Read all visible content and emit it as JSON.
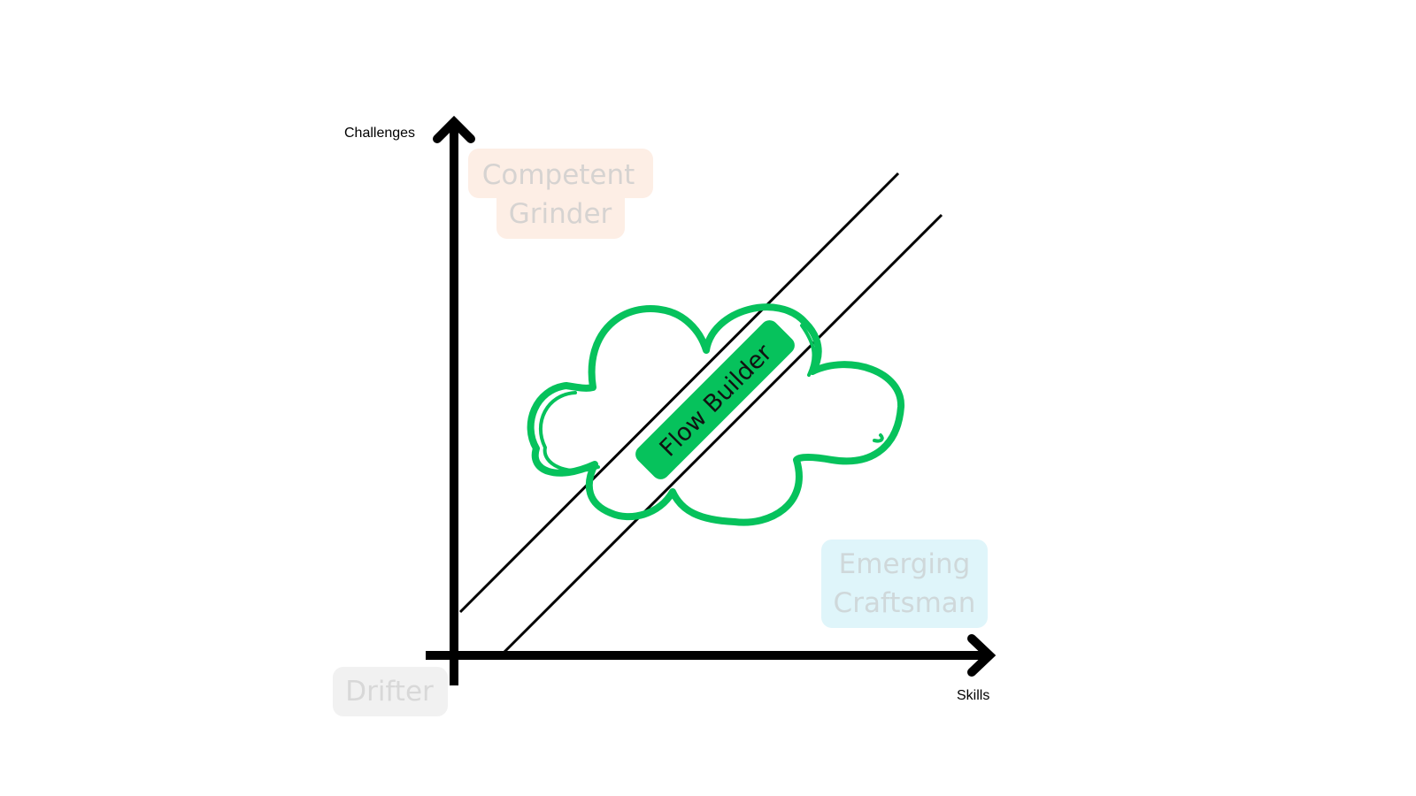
{
  "axes": {
    "y_label": "Challenges",
    "x_label": "Skills"
  },
  "quadrants": {
    "top_left": {
      "line1": "Competent",
      "line2": "Grinder"
    },
    "bottom_right": {
      "line1": "Emerging",
      "line2": "Craftsman"
    },
    "bottom_left": {
      "label": "Drifter"
    }
  },
  "flow_zone": {
    "label": "Flow Builder"
  },
  "colors": {
    "axis": "#000000",
    "flow_green": "#06c25c",
    "competent_bg": "#fdeee5",
    "competent_text": "#d6d3d1",
    "craftsman_bg": "#dff5fa",
    "craftsman_text": "#cfd8da",
    "drifter_bg": "#f1f1f1",
    "drifter_text": "#d8d8d8"
  },
  "icons": {
    "y_axis_arrow": "arrow-up-icon",
    "x_axis_arrow": "arrow-right-icon",
    "cloud": "cloud-outline-icon"
  }
}
